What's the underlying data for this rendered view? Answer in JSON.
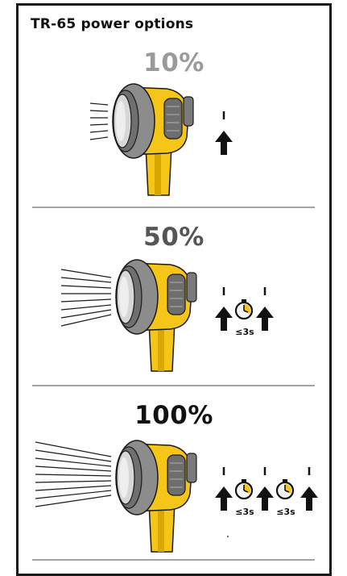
{
  "title": "TR-65 power options",
  "modes": [
    {
      "level": "10%",
      "level_color": "#9a9a9a",
      "beam_rays": 6,
      "sequence": [
        "press"
      ],
      "hold_labels": []
    },
    {
      "level": "50%",
      "level_color": "#555555",
      "beam_rays": 8,
      "sequence": [
        "press",
        "timer",
        "press"
      ],
      "hold_labels": [
        "≤3s"
      ]
    },
    {
      "level": "100%",
      "level_color": "#111111",
      "beam_rays": 10,
      "sequence": [
        "press",
        "timer",
        "press",
        "timer",
        "press"
      ],
      "hold_labels": [
        "≤3s",
        "≤3s"
      ]
    }
  ],
  "colors": {
    "flashlight_body": "#f5c518",
    "flashlight_shadow": "#d9a800",
    "head": "#8c8c8c",
    "lens": "#d7d7d7",
    "ink": "#111111",
    "divider": "#a3a3a3"
  },
  "icons": {
    "press": "arrow-up-icon",
    "timer": "stopwatch-icon"
  }
}
